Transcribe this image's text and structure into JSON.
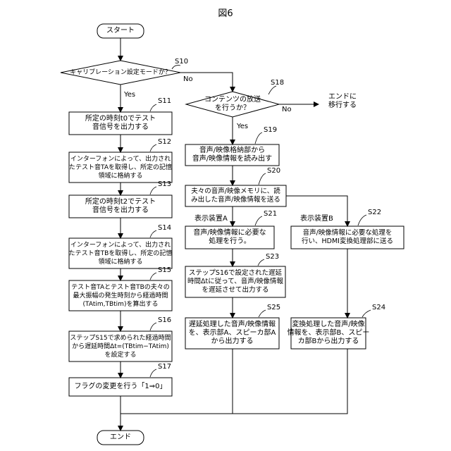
{
  "title": "図6",
  "start": "スタート",
  "end": "エンド",
  "decisions": {
    "calibration": "キャリブレーション設定モードか？",
    "broadcast": [
      "コンテンツの放送",
      "を行うか？"
    ]
  },
  "yes": "Yes",
  "no": "No",
  "goto_end": [
    "エンドに",
    "移行する"
  ],
  "display_a": "表示装置A",
  "display_b": "表示装置B",
  "steps": {
    "s11": [
      "所定の時刻t0でテスト",
      "音信号を出力する"
    ],
    "s12": [
      "インターフォンによって、出力され",
      "たテスト音TAを取得し、所定の記憶",
      "領域に格納する"
    ],
    "s13": [
      "所定の時刻t2でテスト",
      "音信号を出力する"
    ],
    "s14": [
      "インターフォンによって、出力され",
      "たテスト音TBを取得し、所定の記憶",
      "領域に格納する"
    ],
    "s15": [
      "テスト音TAとテスト音TBの夫々の",
      "最大振幅の発生時刻から経過時間",
      "(TAtim,TBtim)を算出する"
    ],
    "s16": [
      "ステップS15で求められた経過時間",
      "から遅延時間Δt=(TBtim−TAtim)",
      "を設定する"
    ],
    "s17": [
      "フラグの変更を行う「1⇒0」"
    ],
    "s19": [
      "音声/映像格納部から",
      "音声/映像情報を読み出す"
    ],
    "s20": [
      "夫々の音声/映像メモリに、読",
      "み出した音声/映像情報を送る"
    ],
    "s21": [
      "音声/映像情報に必要な",
      "処理を行う。"
    ],
    "s22": [
      "音声/映像情報に必要な処理を",
      "行い、HDMI変換処理部に送る"
    ],
    "s23": [
      "ステップS16で設定された遅延",
      "時間Δtに従って、音声/映像情報",
      "を遅延させて出力する"
    ],
    "s24": [
      "変換処理した音声/映像",
      "情報を、表示部B、スピー",
      "カ部Bから出力する"
    ],
    "s25": [
      "遅延処理した音声/映像情報",
      "を、表示部A、スピーカ部A",
      "から出力する"
    ]
  },
  "step_labels": {
    "s10": "S10",
    "s11": "S11",
    "s12": "S12",
    "s13": "S13",
    "s14": "S14",
    "s15": "S15",
    "s16": "S16",
    "s17": "S17",
    "s18": "S18",
    "s19": "S19",
    "s20": "S20",
    "s21": "S21",
    "s22": "S22",
    "s23": "S23",
    "s24": "S24",
    "s25": "S25"
  }
}
